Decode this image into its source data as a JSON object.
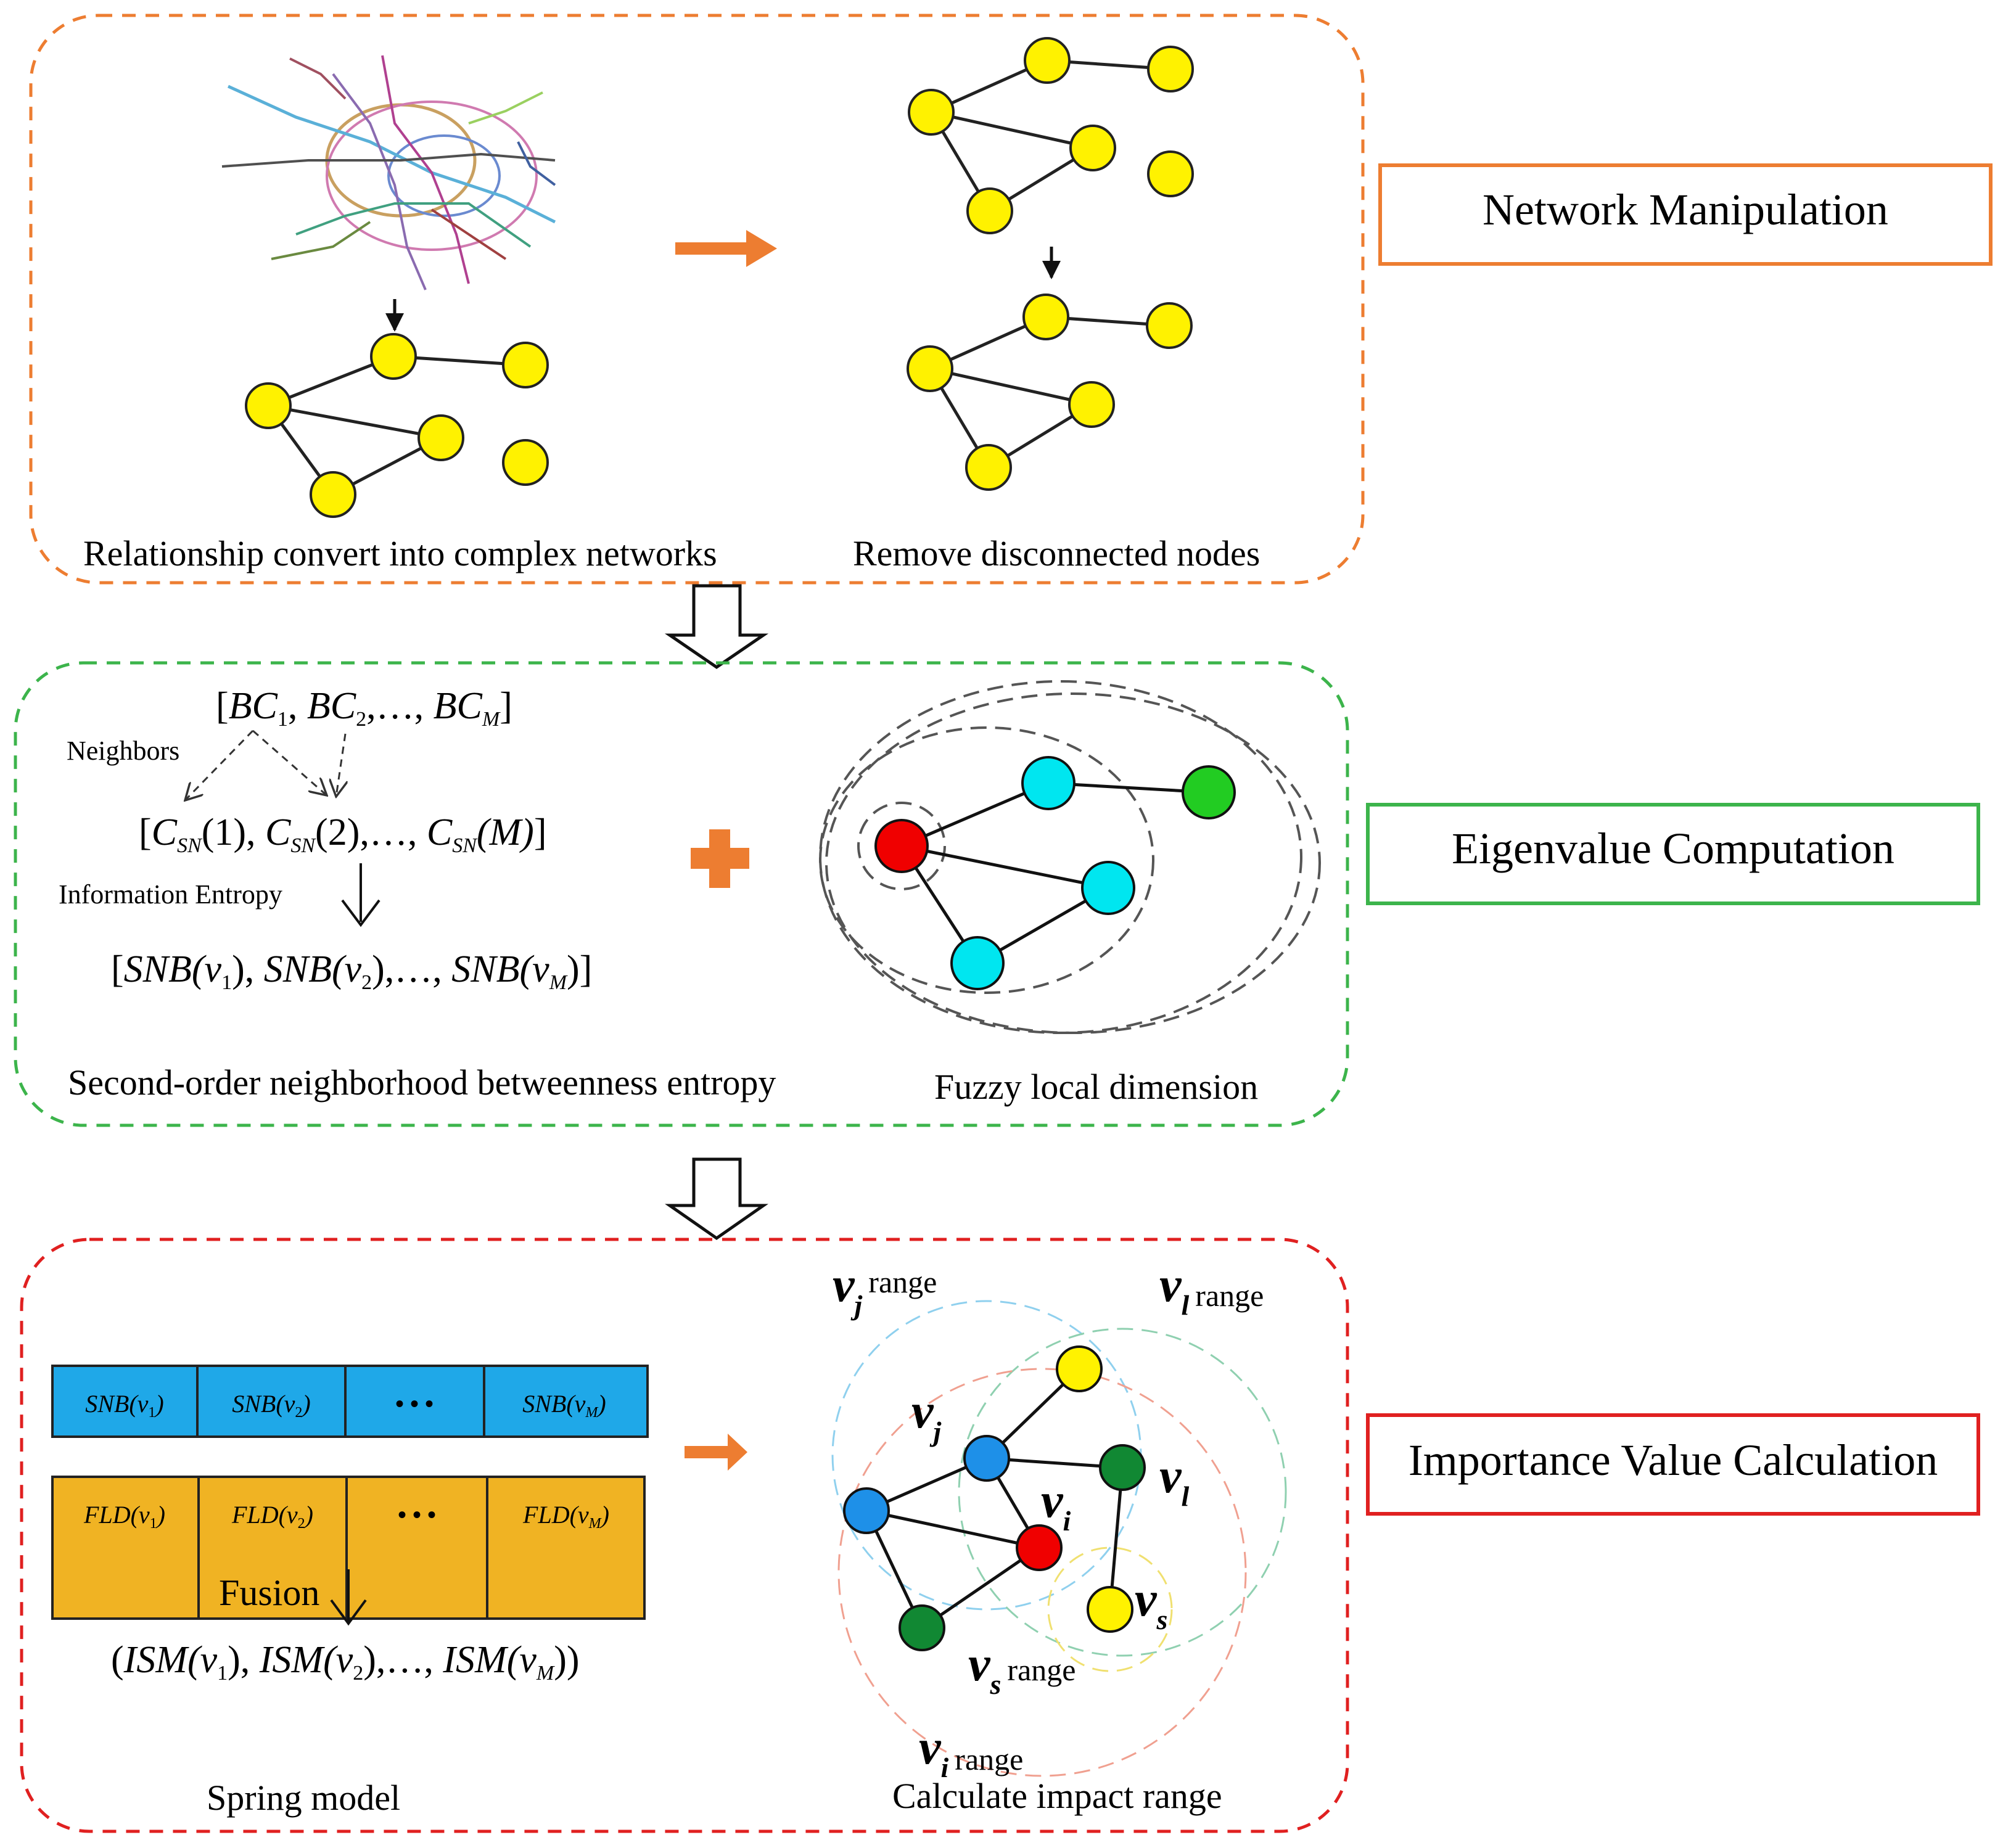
{
  "stages": {
    "network": {
      "label": "Network Manipulation",
      "caption_left": "Relationship convert into complex networks",
      "caption_right": "Remove disconnected nodes",
      "color": "#ED7D31"
    },
    "eigen": {
      "label": "Eigenvalue Computation",
      "caption_left": "Second-order neighborhood betweenness entropy",
      "caption_right": "Fuzzy local dimension",
      "neighbors": "Neighbors",
      "info_entropy": "Information Entropy",
      "bc": {
        "open": "[",
        "t1": "BC",
        "s1": "1",
        "t2": "BC",
        "s2": "2",
        "dots": "…,",
        "t3": "BC",
        "s3": "M",
        "close": "]"
      },
      "csn": {
        "open": "[",
        "t1": "C",
        "s1": "SN",
        "a1": "(1),",
        "t2": "C",
        "s2": "SN",
        "a2": "(2),…,",
        "t3": "C",
        "s3": "SN",
        "a3": "(M)",
        "close": "]"
      },
      "snb": {
        "open": "[",
        "t1": "SNB",
        "a1": "(v",
        "s1": "1",
        "c1": "),",
        "t2": "SNB",
        "a2": "(v",
        "s2": "2",
        "c2": "),…,",
        "t3": "SNB",
        "a3": "(v",
        "s3": "M",
        "c3": ")]"
      },
      "color": "#3CB44B"
    },
    "importance": {
      "label": "Importance Value Calculation",
      "caption_left": "Spring model",
      "caption_right": "Calculate impact range",
      "fusion": "Fusion",
      "snb_cells": [
        "SNB(v",
        "SNB(v",
        "• • •",
        "SNB(v"
      ],
      "snb_subs": [
        "1",
        "2",
        "",
        "M"
      ],
      "fld_cells": [
        "FLD(v",
        "FLD(v",
        "• • •",
        "FLD(v"
      ],
      "fld_subs": [
        "1",
        "2",
        "",
        "M"
      ],
      "ism": {
        "open": "(",
        "t1": "ISM",
        "a1": "(v",
        "s1": "1",
        "c1": "),",
        "t2": "ISM",
        "a2": "(v",
        "s2": "2",
        "c2": "),…,",
        "t3": "ISM",
        "a3": "(v",
        "s3": "M",
        "c3": "))"
      },
      "node_labels": {
        "vj": "v",
        "vj_sub": "j",
        "vl": "v",
        "vl_sub": "l",
        "vi": "v",
        "vi_sub": "i",
        "vs": "v",
        "vs_sub": "s"
      },
      "range_labels": {
        "vj_range": {
          "v": "v",
          "sub": "j",
          "word": "range"
        },
        "vl_range": {
          "v": "v",
          "sub": "l",
          "word": "range"
        },
        "vs_range": {
          "v": "v",
          "sub": "s",
          "word": "range"
        },
        "vi_range": {
          "v": "v",
          "sub": "i",
          "word": "range"
        }
      },
      "color": "#E02020",
      "snb_fill": "#1FA8E8",
      "fld_fill": "#F0B323"
    }
  },
  "node_colors": {
    "yellow": "#FFF200",
    "cyan": "#00E6F0",
    "red": "#F00000",
    "green": "#22CC22",
    "blue": "#1E90E8",
    "dark_green": "#118833"
  },
  "accent_orange": "#ED7D31"
}
